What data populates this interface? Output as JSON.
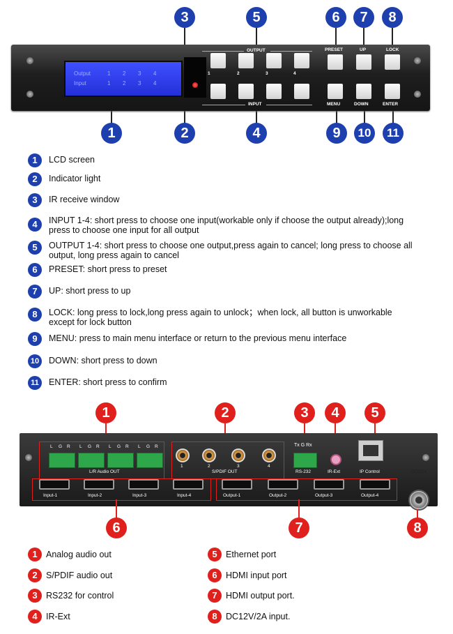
{
  "front_panel": {
    "callouts": [
      "1",
      "2",
      "3",
      "4",
      "5",
      "6",
      "7",
      "8",
      "9",
      "10",
      "11"
    ],
    "lcd": {
      "row1_label": "Output",
      "row1_values": [
        "1",
        "2",
        "3",
        "4"
      ],
      "row2_label": "Input",
      "row2_values": [
        "1",
        "2",
        "3",
        "4"
      ]
    },
    "output_label": "OUTPUT",
    "input_label": "INPUT",
    "button_numbers": [
      "1",
      "2",
      "3",
      "4"
    ],
    "preset_label": "PRESET",
    "up_label": "UP",
    "lock_label": "LOCK",
    "menu_label": "MENU",
    "down_label": "DOWN",
    "enter_label": "ENTER"
  },
  "front_legend": [
    {
      "num": "1",
      "text": "LCD screen"
    },
    {
      "num": "2",
      "text": "Indicator light"
    },
    {
      "num": "3",
      "text": "IR receive window"
    },
    {
      "num": "4",
      "text": "INPUT 1-4: short press to choose one input(workable only if choose the output already);long press to choose one input for all output"
    },
    {
      "num": "5",
      "text": "OUTPUT 1-4: short press to choose one output,press again to cancel; long press to choose all output, long press again to cancel"
    },
    {
      "num": "6",
      "text": "PRESET: short press to preset"
    },
    {
      "num": "7",
      "text": "UP: short press to up"
    },
    {
      "num": "8",
      "text": "LOCK: long press to lock,long press again to unlock；when lock, all button is unworkable except for lock button"
    },
    {
      "num": "9",
      "text": "MENU: press to main menu interface or return to the previous menu interface"
    },
    {
      "num": "10",
      "text": "DOWN: short press to down"
    },
    {
      "num": "11",
      "text": "ENTER: short press to confirm"
    }
  ],
  "rear_panel": {
    "callouts": [
      "1",
      "2",
      "3",
      "4",
      "5",
      "6",
      "7",
      "8"
    ],
    "lr_labels": [
      "L",
      "G",
      "R"
    ],
    "audio_out_label": "L/R Audio OUT",
    "spdif_label": "S/PDIF OUT",
    "rca_numbers": [
      "1",
      "2",
      "3",
      "4"
    ],
    "rs232_pins": "Tx G Rx",
    "rs232_label": "RS-232",
    "irext_label": "IR-Ext",
    "ip_label": "IP Control",
    "dc_label": "DC/12V",
    "hdmi_inputs": [
      "Input-1",
      "Input-2",
      "Input-3",
      "Input-4"
    ],
    "hdmi_outputs": [
      "Output-1",
      "Output-2",
      "Output-3",
      "Output-4"
    ]
  },
  "rear_legend": [
    {
      "num": "1",
      "text": "Analog audio out"
    },
    {
      "num": "2",
      "text": "S/PDIF audio out"
    },
    {
      "num": "3",
      "text": "RS232 for control"
    },
    {
      "num": "4",
      "text": "IR-Ext"
    },
    {
      "num": "5",
      "text": "Ethernet port"
    },
    {
      "num": "6",
      "text": "HDMI input port"
    },
    {
      "num": "7",
      "text": "HDMI output port."
    },
    {
      "num": "8",
      "text": "DC12V/2A input."
    }
  ],
  "colors": {
    "front_badge": "#1e3fae",
    "rear_badge": "#e0201c",
    "lcd": "#2a36e8",
    "connector_green": "#2ea64a"
  }
}
